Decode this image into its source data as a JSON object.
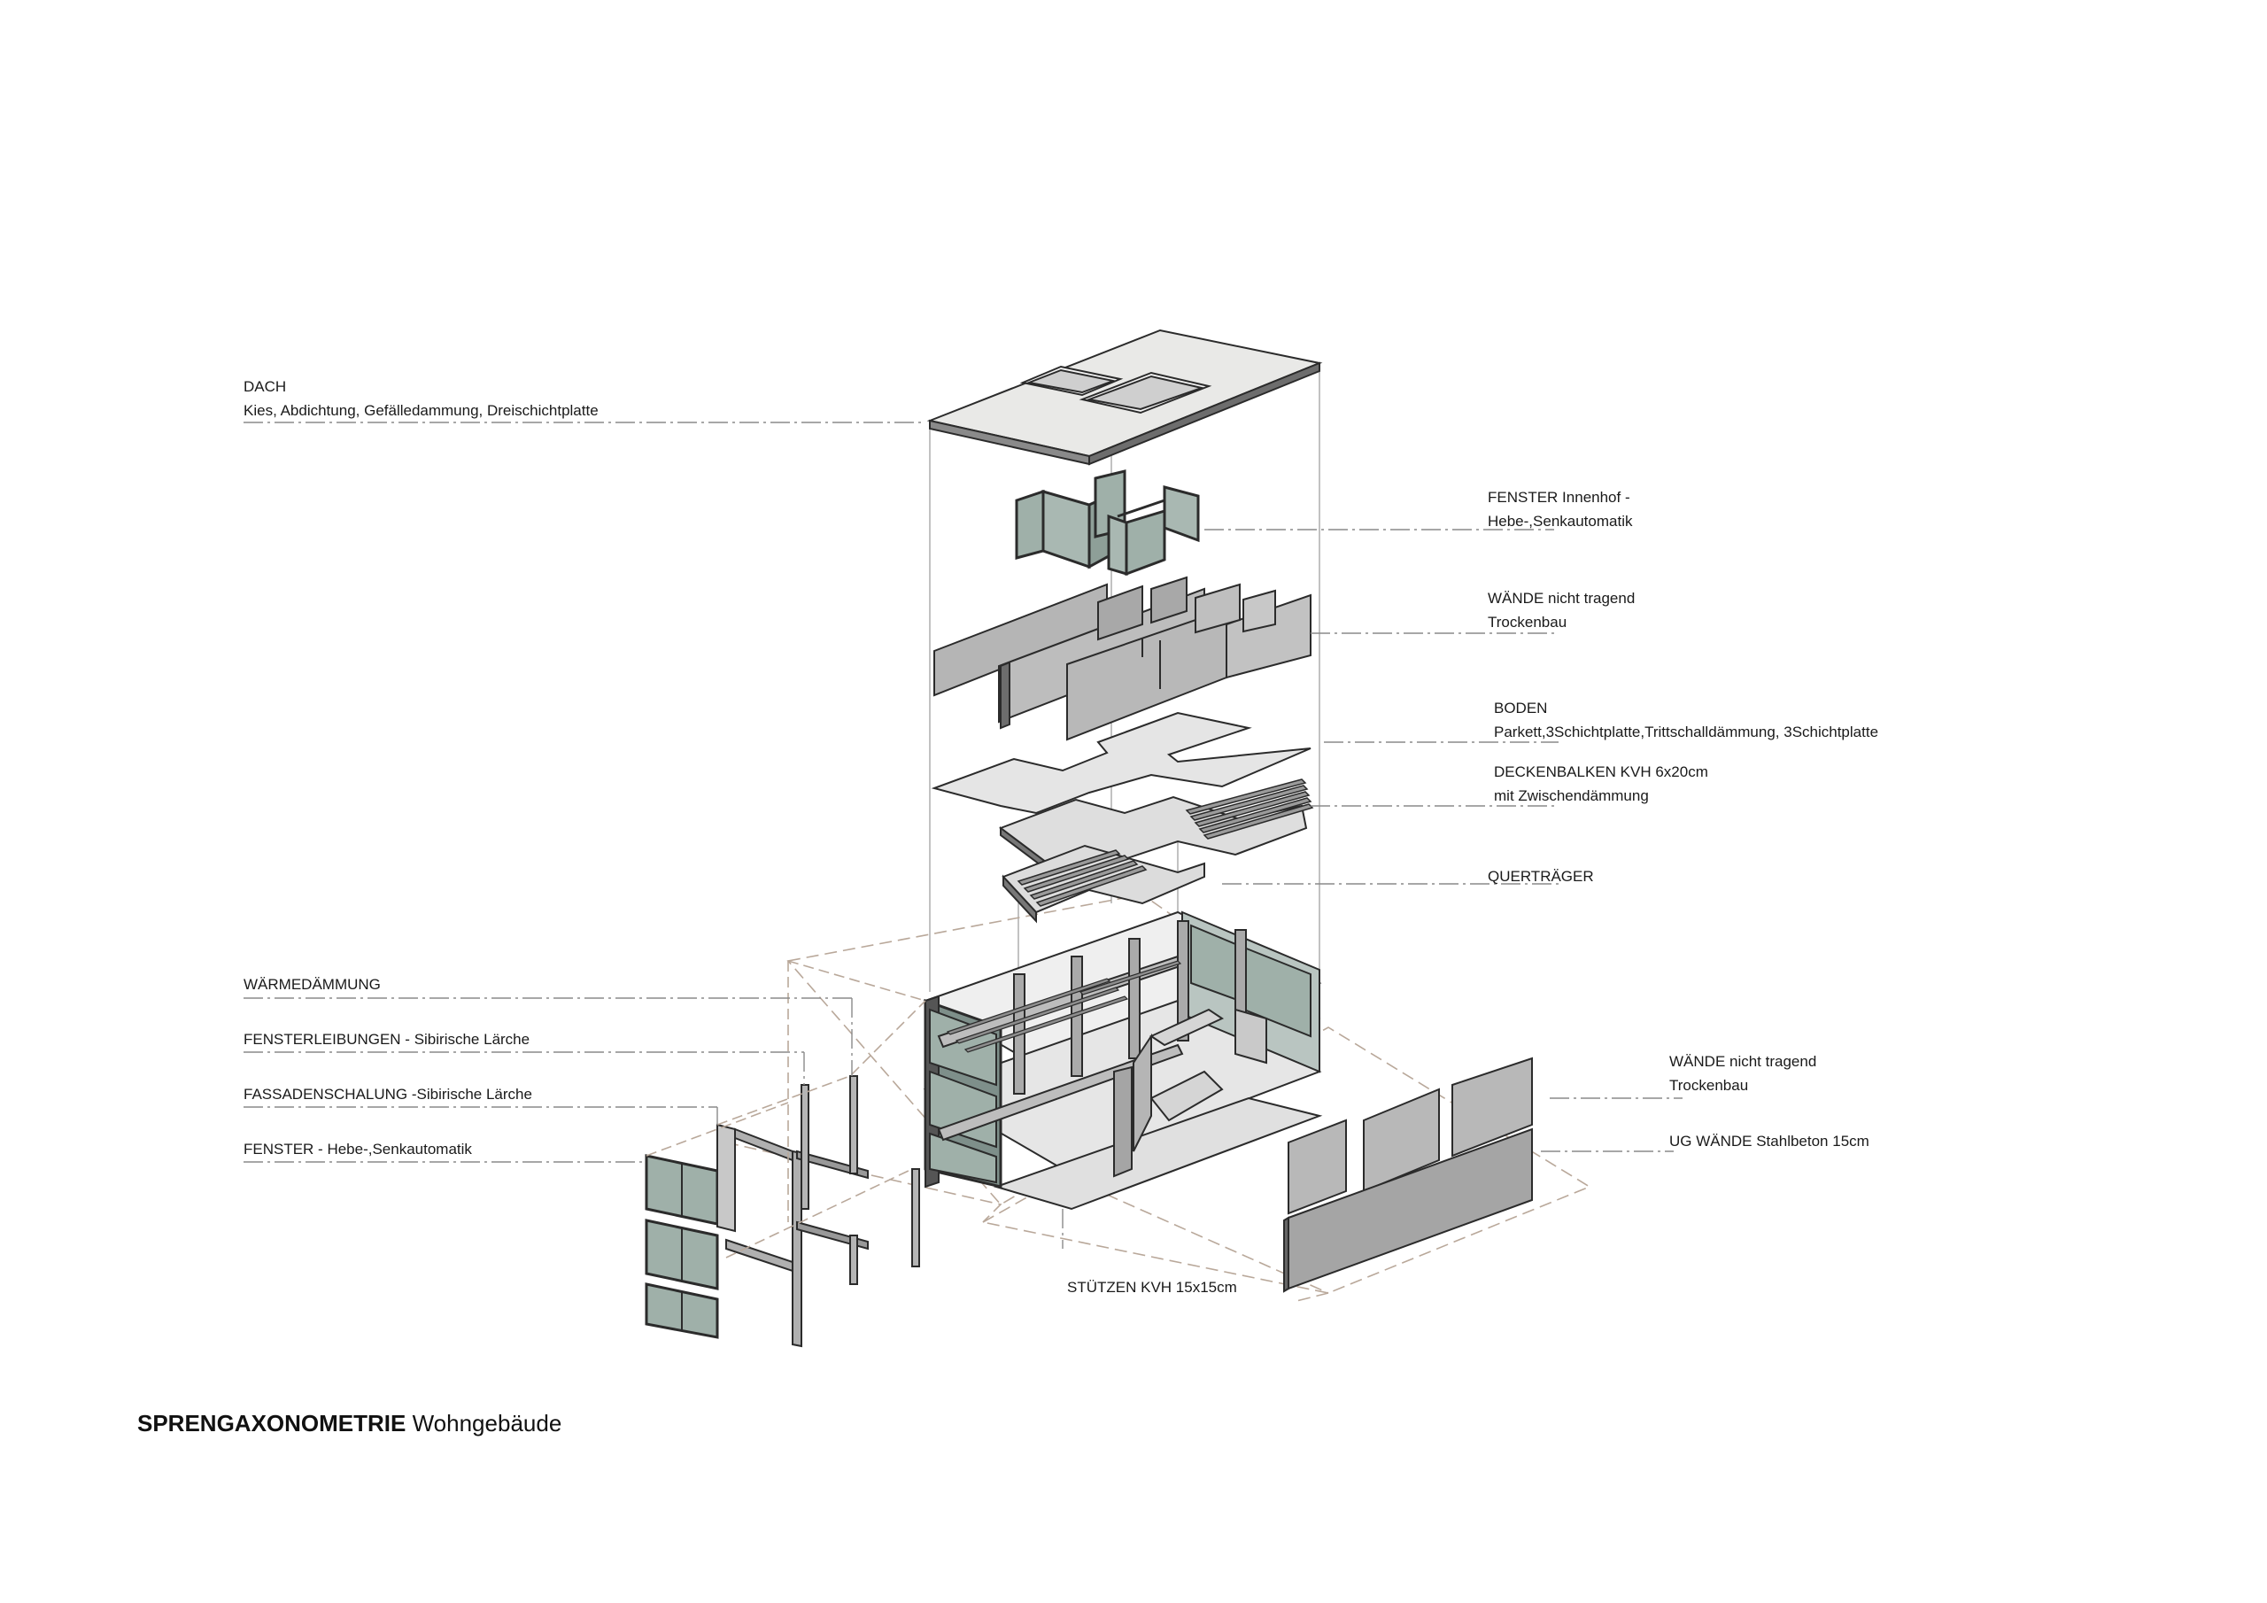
{
  "labels": {
    "dach": {
      "title": "DACH",
      "detail": "Kies, Abdichtung, Gefälledammung, Dreischichtplatte"
    },
    "fenster_innenhof": {
      "title": "FENSTER Innenhof -",
      "detail": "Hebe-,Senkautomatik"
    },
    "waende_oben": {
      "title": "WÄNDE nicht tragend",
      "detail": "Trockenbau"
    },
    "boden": {
      "title": "BODEN",
      "detail": "Parkett,3Schichtplatte,Trittschalldämmung, 3Schichtplatte"
    },
    "deckenbalken": {
      "title": "DECKENBALKEN KVH 6x20cm",
      "detail": "mit Zwischendämmung"
    },
    "quertraeger": {
      "title": "QUERTRÄGER"
    },
    "waermedaemmung": {
      "title": "WÄRMEDÄMMUNG"
    },
    "fensterleibungen": {
      "title": "FENSTERLEIBUNGEN - Sibirische Lärche"
    },
    "fassadenschalung": {
      "title": "FASSADENSCHALUNG -Sibirische Lärche"
    },
    "fenster": {
      "title": "FENSTER - Hebe-,Senkautomatik"
    },
    "waende_unten": {
      "title": "WÄNDE nicht tragend",
      "detail": "Trockenbau"
    },
    "ug_waende": {
      "title": "UG WÄNDE Stahlbeton 15cm"
    },
    "stuetzen": {
      "title": "STÜTZEN KVH 15x15cm"
    }
  },
  "caption": {
    "bold": "SPRENGAXONOMETRIE",
    "normal": "Wohngebäude"
  },
  "colors": {
    "line": "#2b2b2b",
    "panel_gray": "#b5b5b5",
    "panel_light": "#d9d9d9",
    "glass": "#9fb0a9",
    "roof": "#e8e8e6",
    "leader": "#8a8a8a",
    "dash_ground": "#b9a89a"
  }
}
